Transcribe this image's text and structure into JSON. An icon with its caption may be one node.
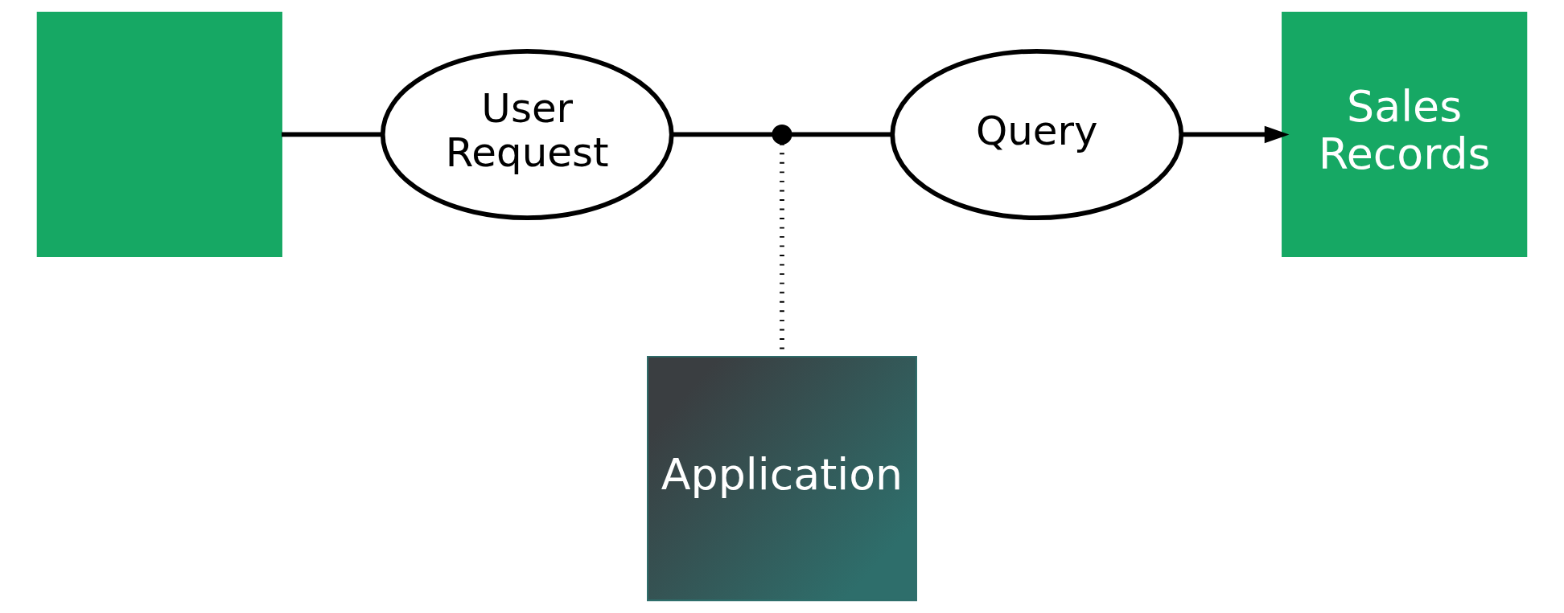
{
  "diagram": {
    "nodes": [
      {
        "text": [],
        "shape": "person"
      },
      {
        "text": [
          "User Request"
        ]
      },
      {
        "text": [],
        "shape": "circle"
      },
      {
        "text": [
          "Query"
        ]
      },
      {
        "text": [
          "Sales Records"
        ]
      },
      {
        "text": [
          "Application"
        ]
      }
    ],
    "edges": [
      {
        "from": 0,
        "to": 1,
        "arrow": "none"
      },
      {
        "from": 1,
        "to": 2,
        "arrow": "none"
      },
      {
        "from": 2,
        "to": 3,
        "arrow": "none"
      },
      {
        "from": 3,
        "to": 4,
        "arrow": "to"
      },
      {
        "from": 2,
        "to": 5,
        "arrow": "none",
        "style": "dashed"
      }
    ]
  }
}
